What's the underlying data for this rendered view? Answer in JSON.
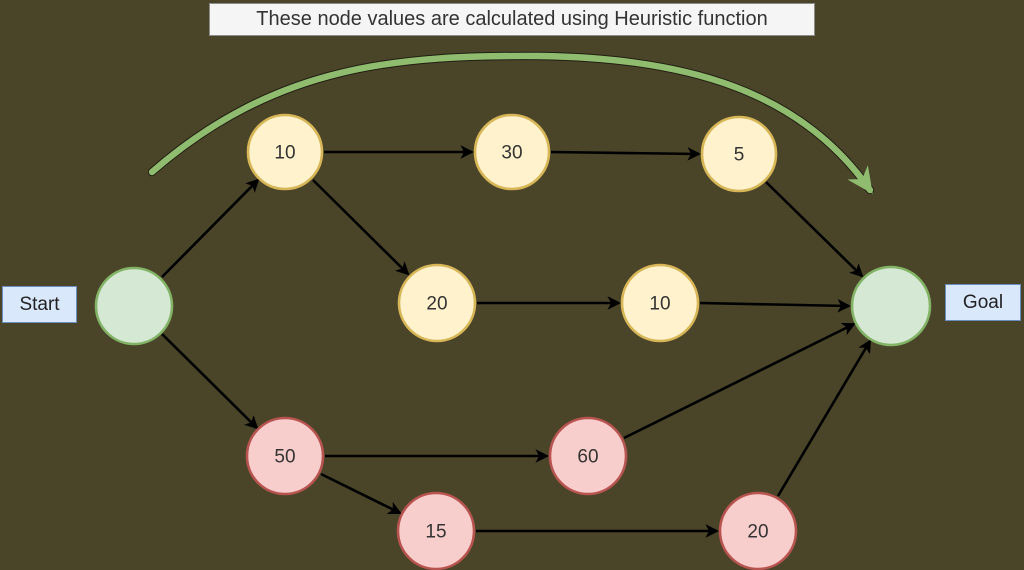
{
  "title": "These node values are calculated using Heuristic function",
  "labels": {
    "start": "Start",
    "goal": "Goal"
  },
  "nodes": [
    {
      "id": "start",
      "value": "",
      "kind": "terminal-green"
    },
    {
      "id": "n10_top",
      "value": "10",
      "kind": "heuristic-yellow"
    },
    {
      "id": "n30",
      "value": "30",
      "kind": "heuristic-yellow"
    },
    {
      "id": "n5",
      "value": "5",
      "kind": "heuristic-yellow"
    },
    {
      "id": "n20_mid",
      "value": "20",
      "kind": "heuristic-yellow"
    },
    {
      "id": "n10_mid",
      "value": "10",
      "kind": "heuristic-yellow"
    },
    {
      "id": "n50",
      "value": "50",
      "kind": "heuristic-red"
    },
    {
      "id": "n60",
      "value": "60",
      "kind": "heuristic-red"
    },
    {
      "id": "n15",
      "value": "15",
      "kind": "heuristic-red"
    },
    {
      "id": "n20_bot",
      "value": "20",
      "kind": "heuristic-red"
    },
    {
      "id": "goal",
      "value": "",
      "kind": "terminal-green"
    }
  ],
  "edges": [
    [
      "start",
      "n10_top"
    ],
    [
      "start",
      "n50"
    ],
    [
      "n10_top",
      "n30"
    ],
    [
      "n30",
      "n5"
    ],
    [
      "n10_top",
      "n20_mid"
    ],
    [
      "n20_mid",
      "n10_mid"
    ],
    [
      "n10_mid",
      "goal"
    ],
    [
      "n5",
      "goal"
    ],
    [
      "n50",
      "n60"
    ],
    [
      "n50",
      "n15"
    ],
    [
      "n15",
      "n20_bot"
    ],
    [
      "n60",
      "goal"
    ],
    [
      "n20_bot",
      "goal"
    ]
  ],
  "colors": {
    "background": "#4A4429",
    "node_yellow_fill": "#FFF2CC",
    "node_yellow_stroke": "#D6B656",
    "node_red_fill": "#F8CECC",
    "node_red_stroke": "#B85450",
    "node_green_fill": "#D5E8D4",
    "node_green_stroke": "#82B366",
    "label_fill": "#DAE8FC",
    "label_stroke": "#6C8EBF",
    "title_fill": "#F5F5F5",
    "title_stroke": "#8C8C8C",
    "edge_color": "#000000",
    "annotation_arrow_color": "#8FBC6F"
  }
}
